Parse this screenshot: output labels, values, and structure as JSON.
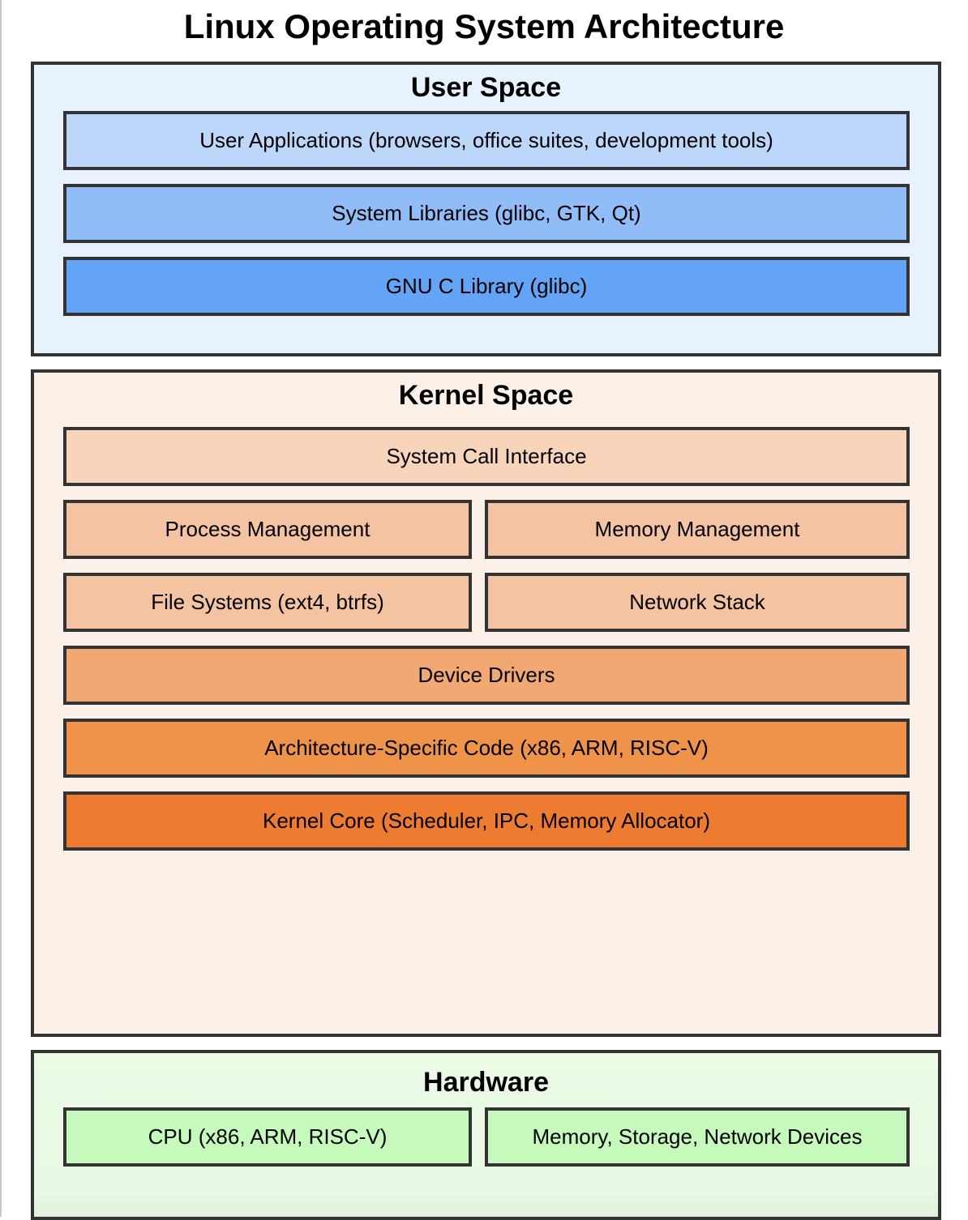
{
  "title": "Linux Operating System Architecture",
  "user_space": {
    "title": "User Space",
    "applications": "User Applications (browsers, office suites, development tools)",
    "system_libraries": "System Libraries (glibc, GTK, Qt)",
    "gnu_c_library": "GNU C Library (glibc)"
  },
  "kernel_space": {
    "title": "Kernel Space",
    "system_call_interface": "System Call Interface",
    "process_management": "Process Management",
    "memory_management": "Memory Management",
    "file_systems": "File Systems (ext4, btrfs)",
    "network_stack": "Network Stack",
    "device_drivers": "Device Drivers",
    "arch_specific": "Architecture-Specific Code (x86, ARM, RISC-V)",
    "kernel_core": "Kernel Core (Scheduler, IPC, Memory Allocator)"
  },
  "hardware": {
    "title": "Hardware",
    "cpu": "CPU (x86, ARM, RISC-V)",
    "devices": "Memory, Storage, Network Devices"
  },
  "colors": {
    "border": "#333333",
    "user_space_bg": "#e8f2fd",
    "user_applications": "#bcd7fa",
    "system_libraries": "#90bcf8",
    "gnu_c_library": "#63a4f6",
    "kernel_space_bg": "#fbf1e8",
    "system_call_interface": "#f8d4bb",
    "subsystems": "#f4c3a1",
    "device_drivers": "#f1a872",
    "arch_specific": "#ef934b",
    "kernel_core": "#ee7b32",
    "hardware_bg": "#ebfbe6",
    "hardware_components": "#c6f9bc"
  }
}
